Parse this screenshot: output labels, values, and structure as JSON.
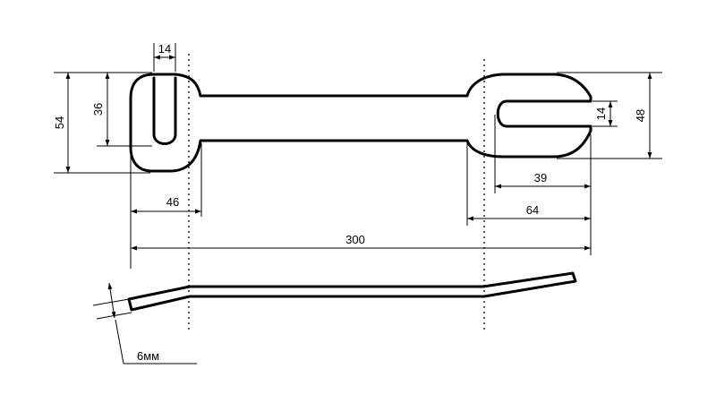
{
  "dimensions": {
    "slot_width_left": "14",
    "inner_height_left": "36",
    "total_height_left": "54",
    "head_length_left": "46",
    "overall_length": "300",
    "head_length_right": "64",
    "jaw_depth_right": "39",
    "slot_width_right": "14",
    "total_height_right": "48",
    "thickness": "6мм"
  }
}
